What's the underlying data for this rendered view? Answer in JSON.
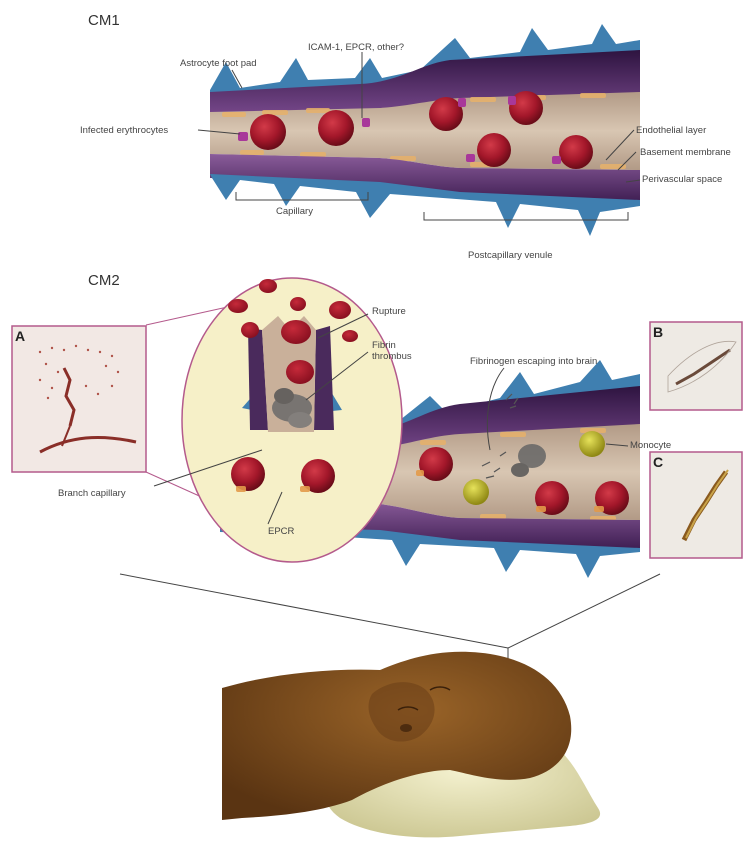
{
  "cm1": {
    "title": "CM1",
    "labels": {
      "astrocyte": "Astrocyte foot pad",
      "icam": "ICAM-1, EPCR, other?",
      "infected": "Infected erythrocytes",
      "endothelial": "Endothelial layer",
      "basement": "Basement membrane",
      "perivascular": "Perivascular space",
      "capillary": "Capillary",
      "venule": "Postcapillary venule"
    }
  },
  "cm2": {
    "title": "CM2",
    "labels": {
      "rupture": "Rupture",
      "fibrin": "Fibrin\nthrombus",
      "fibrinogen": "Fibrinogen escaping into brain",
      "monocyte": "Monocyte",
      "branch": "Branch capillary",
      "epcr": "EPCR"
    },
    "panels": {
      "a": "A",
      "b": "B",
      "c": "C"
    }
  },
  "colors": {
    "vessel_lumen": "#c9b09a",
    "outer_wall": "#4a2a5c",
    "astrocyte": "#3f7fb0",
    "erythrocyte": "#a3172a",
    "monocyte": "#b8b21e",
    "zoom_frame": "#b45a8c",
    "skin": "#7a4a1e",
    "pillow": "#e2dfb4"
  }
}
